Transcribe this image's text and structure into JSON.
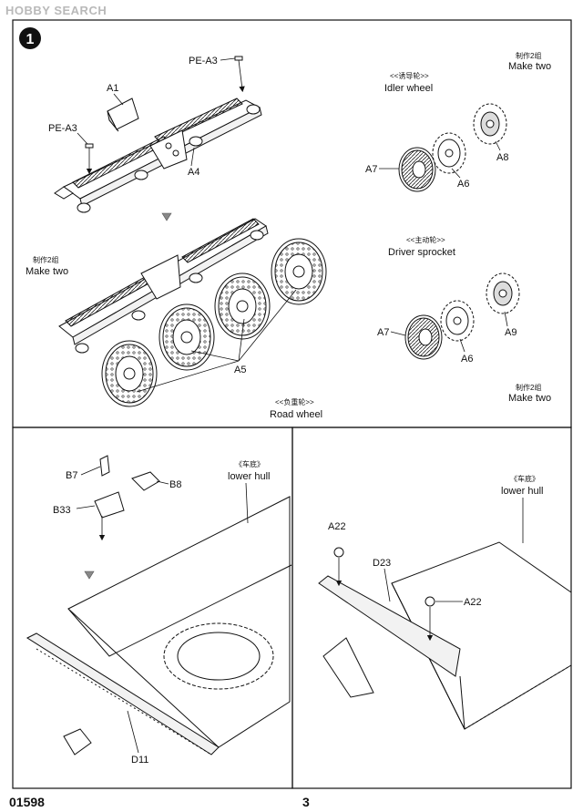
{
  "watermark": "HOBBY SEARCH",
  "step1": {
    "number": "1",
    "parts": {
      "pe_a3_top": "PE-A3",
      "a1": "A1",
      "pe_a3_left": "PE-A3",
      "a4": "A4",
      "a5": "A5",
      "a7_idler": "A7",
      "a6_idler": "A6",
      "a8": "A8",
      "a7_driver": "A7",
      "a6_driver": "A6",
      "a9": "A9"
    },
    "idler_cn": "<<诱导轮>>",
    "idler_en": "Idler wheel",
    "make_two_cn_1": "制作2组",
    "make_two_en_1": "Make two",
    "make_two_cn_2": "制作2组",
    "make_two_en_2": "Make two",
    "driver_cn": "<<主动轮>>",
    "driver_en": "Driver sprocket",
    "make_two_cn_3": "制作2组",
    "make_two_en_3": "Make two",
    "road_cn": "<<负重轮>>",
    "road_en": "Road wheel"
  },
  "step2": {
    "b7": "B7",
    "b8": "B8",
    "b33": "B33",
    "d11": "D11",
    "hull_cn": "《车底》",
    "hull_en": "lower hull"
  },
  "step3": {
    "a22_left": "A22",
    "a22_right": "A22",
    "d23": "D23",
    "hull_cn": "《车底》",
    "hull_en": "lower hull"
  },
  "footer": {
    "product_code": "01598",
    "page_number": "3"
  }
}
